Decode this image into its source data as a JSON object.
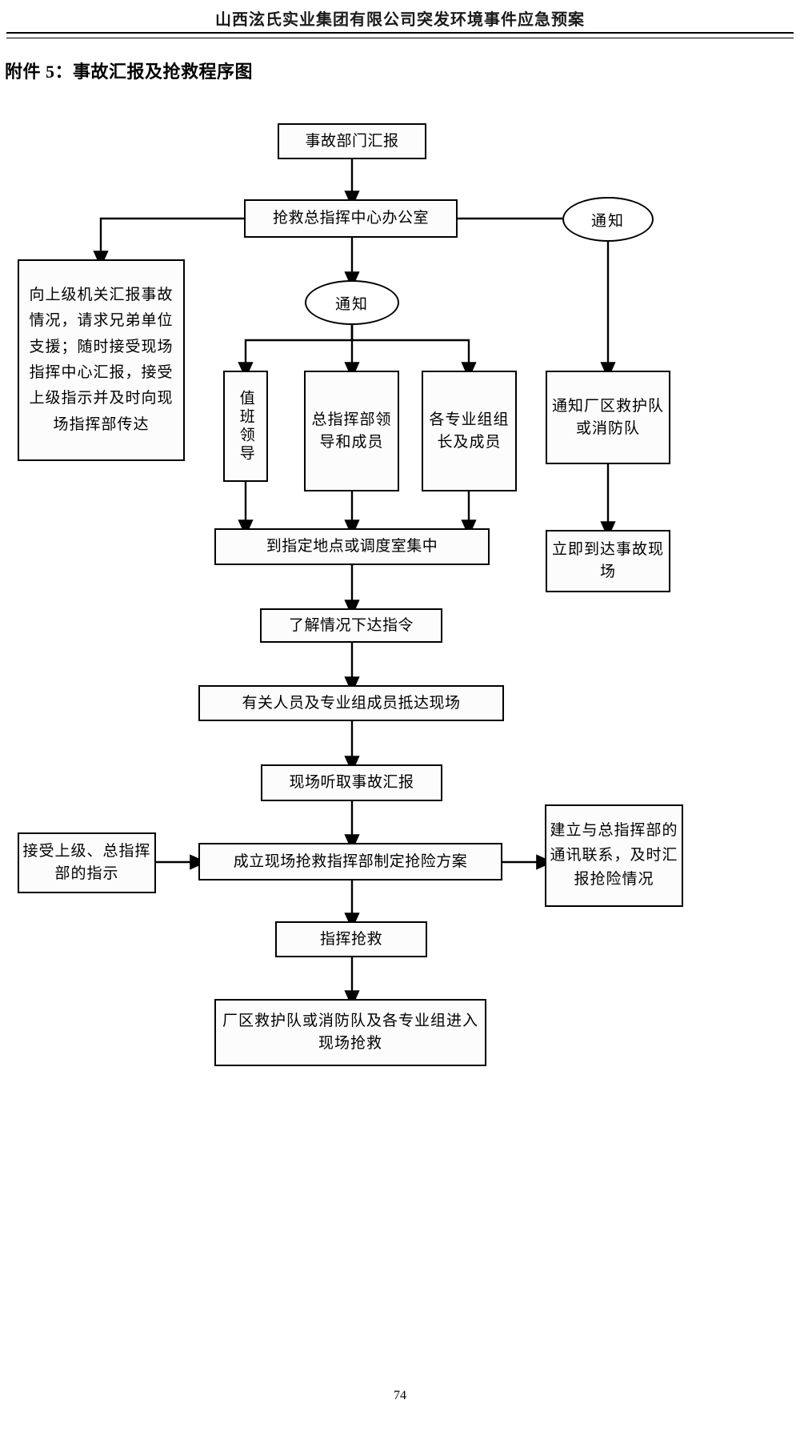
{
  "header": {
    "running_title": "山西泫氏实业集团有限公司突发环境事件应急预案"
  },
  "section": {
    "title": "附件 5：事故汇报及抢救程序图"
  },
  "footer": {
    "page_number": "74"
  },
  "chart_data": {
    "type": "diagram",
    "title": "附件 5：事故汇报及抢救程序图",
    "nodes": [
      {
        "id": "n1",
        "shape": "rect",
        "label": "事故部门汇报"
      },
      {
        "id": "n2",
        "shape": "rect",
        "label": "抢救总指挥中心办公室"
      },
      {
        "id": "n3",
        "shape": "ellipse",
        "label": "通知"
      },
      {
        "id": "n4",
        "shape": "ellipse",
        "label": "通知"
      },
      {
        "id": "n5",
        "shape": "rect",
        "label": "向上级机关汇报事故情况，请求兄弟单位支援；随时接受现场指挥中心汇报，接受上级指示并及时向现场指挥部传达"
      },
      {
        "id": "n6",
        "shape": "rect",
        "label": "值班领导"
      },
      {
        "id": "n7",
        "shape": "rect",
        "label": "总指挥部领导和成员"
      },
      {
        "id": "n8",
        "shape": "rect",
        "label": "各专业组组长及成员"
      },
      {
        "id": "n9",
        "shape": "rect",
        "label": "通知厂区救护队或消防队"
      },
      {
        "id": "n10",
        "shape": "rect",
        "label": "到指定地点或调度室集中"
      },
      {
        "id": "n11",
        "shape": "rect",
        "label": "立即到达事故现场"
      },
      {
        "id": "n12",
        "shape": "rect",
        "label": "了解情况下达指令"
      },
      {
        "id": "n13",
        "shape": "rect",
        "label": "有关人员及专业组成员抵达现场"
      },
      {
        "id": "n14",
        "shape": "rect",
        "label": "现场听取事故汇报"
      },
      {
        "id": "n15",
        "shape": "rect",
        "label": "接受上级、总指挥部的指示"
      },
      {
        "id": "n16",
        "shape": "rect",
        "label": "成立现场抢救指挥部制定抢险方案"
      },
      {
        "id": "n17",
        "shape": "rect",
        "label": "建立与总指挥部的通讯联系，及时汇报抢险情况"
      },
      {
        "id": "n18",
        "shape": "rect",
        "label": "指挥抢救"
      },
      {
        "id": "n19",
        "shape": "rect",
        "label": "厂区救护队或消防队及各专业组进入现场抢救"
      }
    ],
    "edges": [
      {
        "from": "n1",
        "to": "n2"
      },
      {
        "from": "n2",
        "to": "n5"
      },
      {
        "from": "n2",
        "to": "n3"
      },
      {
        "from": "n2",
        "to": "n4"
      },
      {
        "from": "n3",
        "to": "n6"
      },
      {
        "from": "n3",
        "to": "n7"
      },
      {
        "from": "n3",
        "to": "n8"
      },
      {
        "from": "n4",
        "to": "n9"
      },
      {
        "from": "n6",
        "to": "n10"
      },
      {
        "from": "n7",
        "to": "n10"
      },
      {
        "from": "n8",
        "to": "n10"
      },
      {
        "from": "n9",
        "to": "n11"
      },
      {
        "from": "n10",
        "to": "n12"
      },
      {
        "from": "n12",
        "to": "n13"
      },
      {
        "from": "n13",
        "to": "n14"
      },
      {
        "from": "n14",
        "to": "n16"
      },
      {
        "from": "n15",
        "to": "n16"
      },
      {
        "from": "n16",
        "to": "n17"
      },
      {
        "from": "n16",
        "to": "n18"
      },
      {
        "from": "n18",
        "to": "n19"
      }
    ]
  }
}
